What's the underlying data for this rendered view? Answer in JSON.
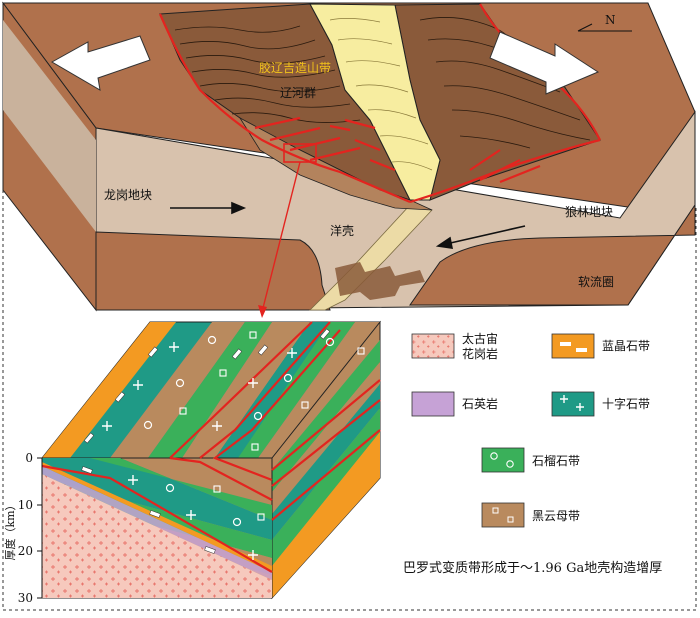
{
  "compass": {
    "label": "N"
  },
  "block_labels": {
    "orogen": "胶辽吉造山带",
    "group": "辽河群",
    "west_block": "龙岗地块",
    "east_block": "狼林地块",
    "oceanic_crust": "洋壳",
    "asthenosphere": "软流圈"
  },
  "depth_axis": {
    "title": "厚度（km）",
    "ticks": [
      "0",
      "10",
      "20",
      "30"
    ]
  },
  "legend": [
    {
      "label_lines": [
        "太古宙",
        "花岗岩"
      ],
      "swatch": "archean-granite",
      "color": "#f6c9bd"
    },
    {
      "label_lines": [
        "蓝晶石带"
      ],
      "swatch": "kyanite-zone",
      "color": "#f39a22"
    },
    {
      "label_lines": [
        "石英岩"
      ],
      "swatch": "quartzite",
      "color": "#c6a2d6"
    },
    {
      "label_lines": [
        "十字石带"
      ],
      "swatch": "staurolite-zone",
      "color": "#1f9a86"
    },
    {
      "label_lines": [
        "石榴石带"
      ],
      "swatch": "garnet-zone",
      "color": "#3ab05a"
    },
    {
      "label_lines": [
        "黑云母带"
      ],
      "swatch": "biotite-zone",
      "color": "#b98a5e"
    }
  ],
  "caption": "巴罗式变质带形成于～1.96 Ga地壳构造增厚",
  "colors": {
    "crust": "#d8c2ad",
    "crust_side": "#c9b29c",
    "lithosphere": "#b0714c",
    "deform_brown": "#8a5a3a",
    "sediment_yellow": "#f7eda0",
    "fault_red": "#e3241f",
    "asthenosphere": "#b0714c"
  }
}
